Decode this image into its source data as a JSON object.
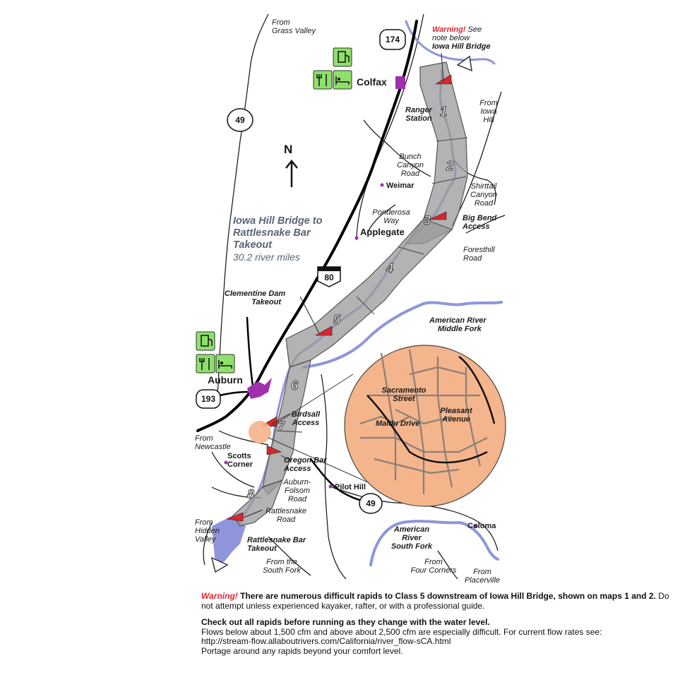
{
  "map": {
    "title": "Iowa Hill Bridge to Rattlesnake Bar Takeout",
    "subtitle": "30.2 river miles",
    "north": "N",
    "colors": {
      "river": "#8f95db",
      "route": "#9a9a9a",
      "inset": "#f4b48c",
      "road": "#000000",
      "facility": "#8ee06a",
      "town": "#a02fb0",
      "warning": "#d9262c"
    },
    "towns": {
      "colfax": "Colfax",
      "auburn": "Auburn",
      "weimar": "Weimar",
      "applegate": "Applegate",
      "pilot_hill": "Pilot Hill",
      "coloma": "Coloma"
    },
    "roads": {
      "from_grass_valley": [
        "From",
        "Grass Valley"
      ],
      "from_iowa_hill": [
        "From",
        "Iowa",
        "Hill"
      ],
      "bunch_canyon": [
        "Bunch",
        "Canyon",
        "Road"
      ],
      "shirttail_canyon": [
        "Shirttail",
        "Canyon",
        "Road"
      ],
      "ponderosa_way": [
        "Ponderosa",
        "Way"
      ],
      "foresthill": [
        "Foresthill",
        "Road"
      ],
      "from_newcastle": [
        "From",
        "Newcastle"
      ],
      "auburn_folsom": [
        "Auburn-",
        "Folsom",
        "Road"
      ],
      "rattlesnake_road": [
        "Rattlesnake",
        "Road"
      ],
      "from_hidden_valley": [
        "From",
        "Hidden",
        "Valley"
      ],
      "from_south_fork": [
        "From the",
        "South Fork"
      ],
      "from_four_corners": [
        "From",
        "Four Corners"
      ],
      "from_placerville": [
        "From",
        "Placerville"
      ]
    },
    "places": {
      "warning_see": "Warning!",
      "warning_note": "See",
      "warning_note2": "note below",
      "iowa_hill_bridge": "Iowa Hill Bridge",
      "ranger_station": [
        "Ranger",
        "Station"
      ],
      "big_bend": [
        "Big Bend",
        "Access"
      ],
      "clementine": [
        "Clementine Dam",
        "Takeout"
      ],
      "am_middle_fork": [
        "American River",
        "Middle Fork"
      ],
      "am_south_fork": [
        "American",
        "River",
        "South Fork"
      ],
      "birdsall": [
        "Birdsall",
        "Access"
      ],
      "scotts_corner": [
        "Scotts",
        "Corner"
      ],
      "oregon_bar": [
        "Oregon Bar",
        "Access"
      ],
      "rattlesnake_takeout": [
        "Rattlesnake Bar",
        "Takeout"
      ]
    },
    "inset_streets": {
      "sacramento": [
        "Sacramento",
        "Street"
      ],
      "maidu": "Maidu Drive",
      "pleasant": [
        "Pleasant",
        "Avenue"
      ]
    },
    "shields": {
      "hwy174": "174",
      "hwy49_north": "49",
      "i80": "80",
      "hwy193": "193",
      "hwy49_south": "49"
    },
    "segments": [
      "1",
      "2",
      "3",
      "4",
      "5",
      "6",
      "7",
      "8"
    ],
    "facility_icons": [
      "gas-icon",
      "restaurant-icon",
      "lodging-icon"
    ]
  },
  "notes": {
    "p1_warn": "Warning!",
    "p1_bold": " There are numerous difficult rapids to Class 5 downstream of Iowa Hill Bridge, shown on maps 1 and 2.",
    "p1_rest": " Do not attempt unless experienced kayaker, rafter, or with a professional guide.",
    "p2_bold": "Check out all rapids before running as they change with the water level.",
    "p2_l1": "Flows below about 1,500 cfm and above about 2,500 cfm are especially difficult. For current flow rates see:",
    "p2_l2": "http://stream-flow.allaboutrivers.com/California/river_flow-sCA.html",
    "p2_l3": "Portage around any rapids beyond your comfort level."
  }
}
